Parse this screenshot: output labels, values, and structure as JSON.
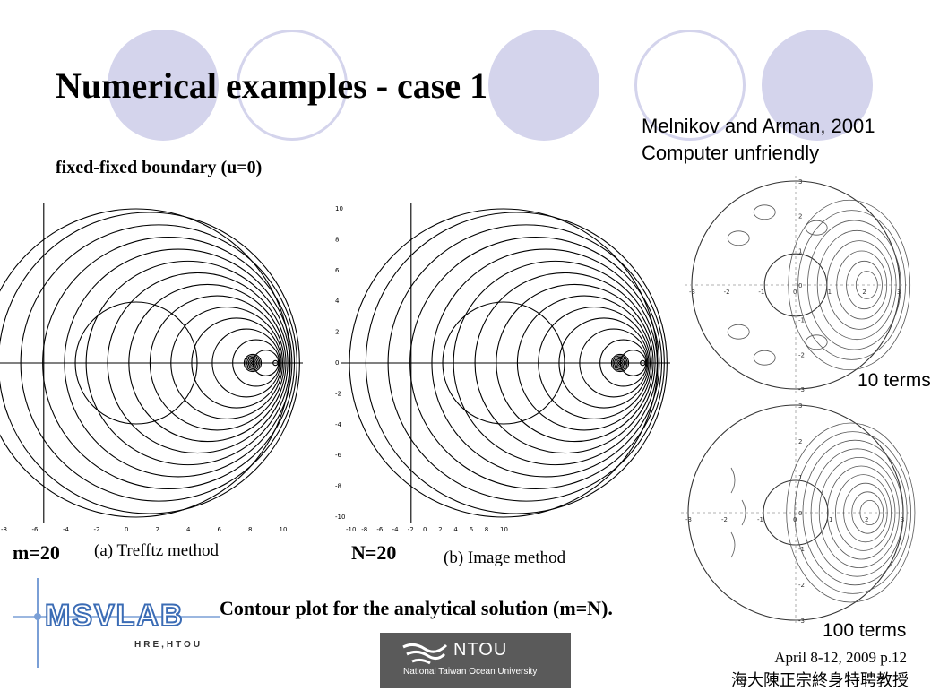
{
  "slide": {
    "title": "Numerical examples - case 1",
    "subtitle": "fixed-fixed boundary (u=0)",
    "reference_line1": "Melnikov and Arman, 2001",
    "reference_line2": "Computer unfriendly",
    "left_plot_param": "m=20",
    "left_plot_method": "(a) Trefftz method",
    "mid_plot_param": "N=20",
    "mid_plot_method": "(b) Image method",
    "caption": "Contour plot for the analytical solution (m=N).",
    "terms_top": "10 terms",
    "terms_bottom": "100 terms",
    "date_page": "April 8-12, 2009 p.12",
    "author": "海大陳正宗終身特聘教授"
  },
  "logos": {
    "msvlab_text": "MSVLAB",
    "msvlab_sub": "HRE,HTOU",
    "ntou_text": "NTOU",
    "ntou_sub": "National Taiwan Ocean University"
  },
  "plots": {
    "left_x_ticks": [
      "-8",
      "-6",
      "-4",
      "-2",
      "0",
      "2",
      "4",
      "6",
      "8",
      "10"
    ],
    "mid_x_ticks": [
      "-10",
      "-8",
      "-6",
      "-4",
      "-2",
      "0",
      "2",
      "4",
      "6",
      "8",
      "10"
    ],
    "mid_y_ticks": [
      "10",
      "8",
      "6",
      "4",
      "2",
      "0",
      "-2",
      "-4",
      "-6",
      "-8",
      "-10"
    ],
    "right_top_ticks": [
      "-3",
      "-2",
      "-1",
      "0",
      "1",
      "2",
      "3"
    ],
    "right_bottom_ticks": [
      "-3",
      "-2",
      "-1",
      "0",
      "1",
      "2",
      "3"
    ]
  },
  "colors": {
    "deco_circle": "#d4d4ec",
    "ntou_bg": "#5a5a5a",
    "msvlab_blue": "#3b6cb5"
  }
}
